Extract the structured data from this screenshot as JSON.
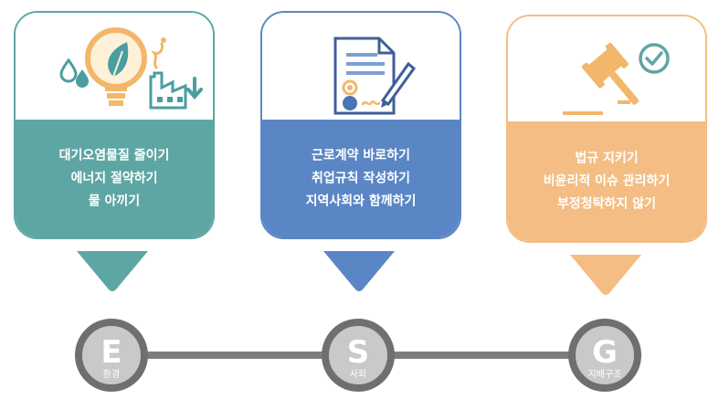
{
  "pillars": [
    {
      "key": "E",
      "lines": [
        "대기오염물질 줄이기",
        "에너지 절약하기",
        "물 아끼기"
      ],
      "letter": "E",
      "label": "환경",
      "color": "#5ea6a3"
    },
    {
      "key": "S",
      "lines": [
        "근로계약 바로하기",
        "취업규칙 작성하기",
        "지역사회와 함께하기"
      ],
      "letter": "S",
      "label": "사회",
      "color": "#5b86c5"
    },
    {
      "key": "G",
      "lines": [
        "법규 지키기",
        "비윤리적 이슈 관리하기",
        "부정청탁하지 않기"
      ],
      "letter": "G",
      "label": "지배구조",
      "color": "#f4bd84"
    }
  ],
  "icons": [
    "environment-icon",
    "contract-icon",
    "gavel-check-icon"
  ]
}
